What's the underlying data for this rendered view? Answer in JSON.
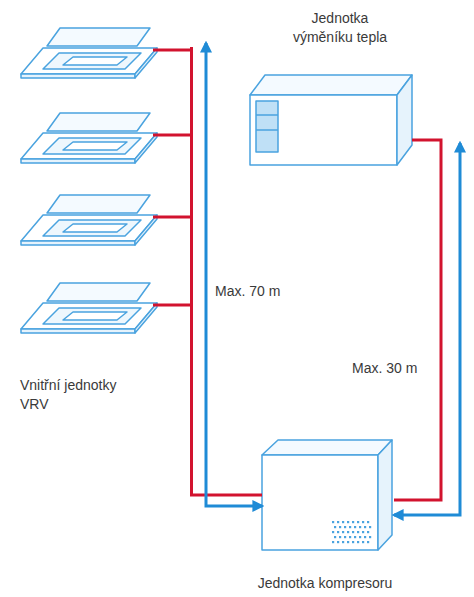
{
  "diagram": {
    "nodes": [
      {
        "text": [
          "Vnitřní jednotky VRV"
        ]
      },
      {
        "text": [
          "Jednotka výměníku tepla"
        ]
      },
      {
        "text": [
          "Jednotka kompresoru"
        ]
      }
    ],
    "edges": [
      {
        "from": 0,
        "to": 2,
        "arrow": "none"
      },
      {
        "from": 2,
        "to": 0,
        "arrow": "both",
        "label": "Max. 70 m"
      },
      {
        "from": 1,
        "to": 2,
        "arrow": "none"
      },
      {
        "from": 2,
        "to": 1,
        "arrow": "both",
        "label": "Max. 30 m"
      }
    ]
  }
}
